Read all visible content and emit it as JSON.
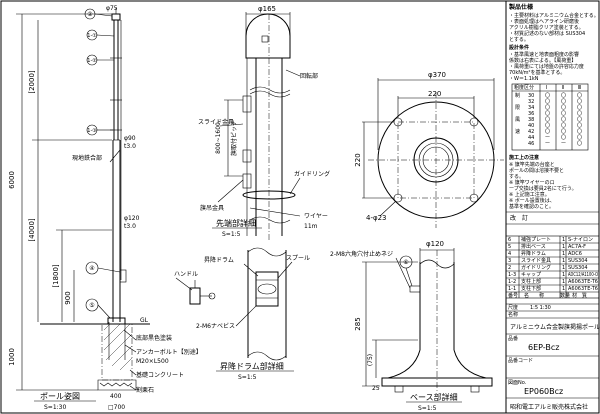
{
  "pole_view": {
    "caption": "ポール姿図",
    "scale": "S=1:30",
    "dim_top_dia": "φ75",
    "dim_mid_dia": "φ90",
    "dim_mid_thk": "t3.0",
    "dim_low_dia": "φ120",
    "dim_low_thk": "t3.0",
    "dim_total": "6000",
    "dim_upper": "[2000]",
    "dim_middle": "[4000]",
    "dim_lower": "[1800]",
    "dim_handle": "900",
    "dim_found": "1000",
    "base_sq": "□700",
    "base_w": "400",
    "gl": "GL",
    "label_weld": "現地鉄合部",
    "label_handle": "ハンドル",
    "label_paint": "底部黒色塗装",
    "label_bolt": "アンカーボルト【別途】",
    "label_bolt_size": "M20×L500",
    "label_concrete": "基礎コンクリート",
    "label_gravel": "割栗石",
    "balloons": [
      "②",
      "1-①",
      "1-②",
      "1-③",
      "④",
      "⑤"
    ]
  },
  "top_detail": {
    "caption": "先端部詳細",
    "scale": "S=1:5",
    "dim_dia": "φ165",
    "label_cap": "回転部",
    "label_slide": "スライド金具",
    "label_pitch": "旗取付ピッチ",
    "label_pitch_val": "800~1600",
    "label_flag": "旗吊金具",
    "label_guide": "ガイドリング",
    "label_wire": "ワイヤー",
    "label_wire_len": "11m"
  },
  "drum_detail": {
    "caption": "昇降ドラム部詳細",
    "scale": "S=1:5",
    "label_drum": "昇降ドラム",
    "label_spool": "スプール",
    "label_handle": "ハンドル",
    "label_nut": "2-M6ナベビス"
  },
  "base_plan": {
    "dim_dia": "φ370",
    "dim_w": "220",
    "dim_h": "220",
    "label_holes": "4-φ23"
  },
  "base_detail": {
    "caption": "ベース部詳細",
    "scale": "S=1:5",
    "dim_dia": "φ120",
    "dim_h": "285",
    "dim_plate": "(75)",
    "dim_bottom": "25",
    "label_bolt": "2-M8六角穴付止めネジ",
    "balloon": "⑥"
  },
  "notes": {
    "heading": "製品仕様",
    "lines": [
      "・主要材料はアルミニウム合金とする。",
      "・表面処理はヘアライン研磨後",
      "  アクリル樹脂クリア塗装とする。",
      "・材質記述のない部材は SUS304",
      "  とする。",
      "設計条件",
      "・基準風速と地表面粗度の影響",
      "  係数は右表による。【風荷重】",
      "・風荷重にては地盤の許容応力度",
      "  70kN/m²を基準とする。",
      "・W＝1.1kN"
    ],
    "table_header": [
      "粗度区分",
      "Ⅰ",
      "Ⅱ",
      "Ⅲ"
    ],
    "table_rows": [
      [
        "制",
        "30",
        "〇",
        "〇",
        "〇"
      ],
      [
        "",
        "32",
        "〇",
        "〇",
        "〇"
      ],
      [
        "限",
        "34",
        "〇",
        "〇",
        "〇"
      ],
      [
        "",
        "36",
        "〇",
        "〇",
        "〇"
      ],
      [
        "風",
        "38",
        "〇",
        "〇",
        "〇"
      ],
      [
        "",
        "40",
        "〇",
        "〇",
        "〇"
      ],
      [
        "速",
        "42",
        "〇",
        "〇",
        "〇"
      ],
      [
        "",
        "44",
        "ー",
        "〇",
        "〇"
      ],
      [
        "",
        "46",
        "ー",
        "ー",
        "〇"
      ]
    ],
    "install_heading": "施工上の注意",
    "install_lines": [
      "※ 旗竿先端の台座と",
      "   ポールの間は溶接不要と",
      "   する。",
      "※ 旗竿ワイヤーのロ",
      "   ープ交換は要員2名にて行う。",
      "※ 上記施工注意。",
      "※ ボール設置後は、",
      "   基準を確認のこと。"
    ],
    "kaitei": "改　訂"
  },
  "parts": {
    "rows": [
      [
        "6",
        "補強プレート",
        "1",
        "S-ナイロン"
      ],
      [
        "5",
        "排出ベース",
        "1",
        "AC7A-F"
      ],
      [
        "4",
        "昇降ドラム",
        "1",
        "ADC6"
      ],
      [
        "3",
        "スライド金具",
        "1",
        "SUS304"
      ],
      [
        "2",
        "ガイドリング",
        "1",
        "SUS304"
      ],
      [
        "1-3",
        "キャップ",
        "1",
        "ADC12/A1100-O"
      ],
      [
        "1-2",
        "支柱上部",
        "1",
        "A6063TE-T6"
      ],
      [
        "1-1",
        "支柱下部",
        "1",
        "A6063TE-T6"
      ]
    ],
    "foot": [
      "番号",
      "名　　称",
      "数量",
      "材　質"
    ]
  },
  "title_block": {
    "scale_label": "尺度",
    "scale_val": "1:5  1:30",
    "name_label": "名称",
    "product": "アルミニウム合金製旗掲揚ポール",
    "model_label": "品番",
    "model": "6EP-Bcz",
    "code_label": "品番コード",
    "drawing_label": "図面No.",
    "drawing_no": "EP060Bcz",
    "company": "昭和電工アルミ販売株式会社"
  }
}
